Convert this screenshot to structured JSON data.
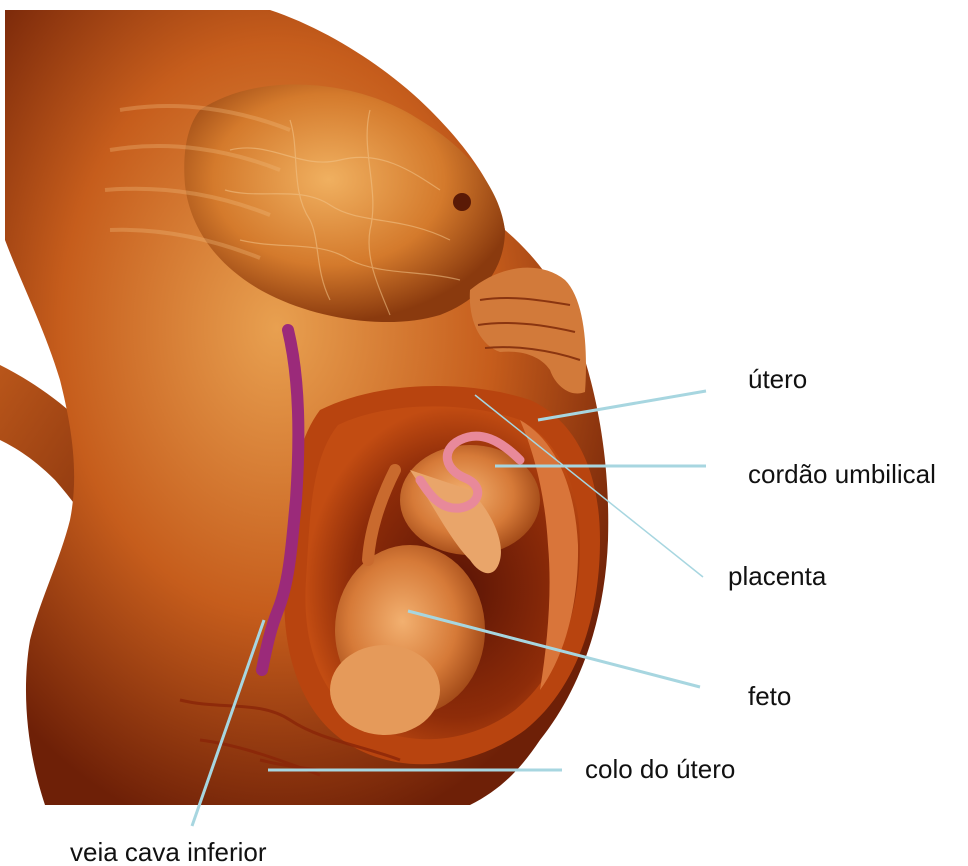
{
  "title": "",
  "illustration": {
    "name": "pregnant-torso-anatomy-illustration",
    "palette": {
      "skin_light": "#e59a45",
      "skin_mid": "#c9621c",
      "skin_dark": "#6b1e06",
      "uterus_wall": "#b8440f",
      "cavity_dark": "#3a0a03",
      "vein": "#9b2a7a",
      "leader_line": "#a7d6e0"
    }
  },
  "labels": {
    "utero": "útero",
    "cordao": "cordão umbilical",
    "placenta": "placenta",
    "feto": "feto",
    "colo": "colo do útero",
    "veia": "veia cava inferior"
  }
}
